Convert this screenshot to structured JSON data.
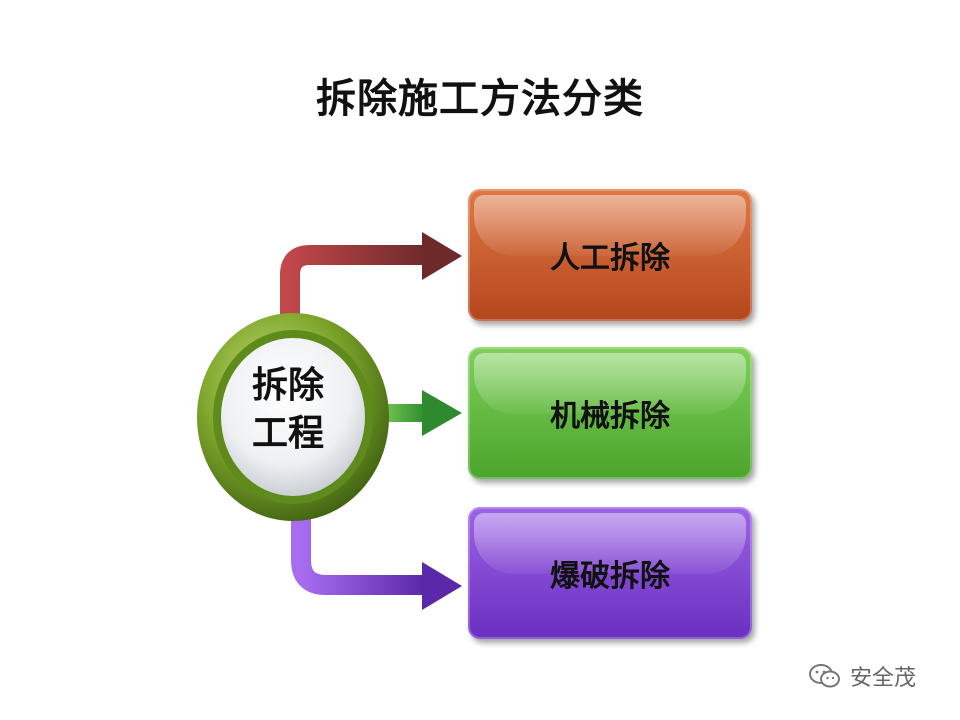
{
  "title": "拆除施工方法分类",
  "center": {
    "line1": "拆除",
    "line2": "工程"
  },
  "methods": [
    {
      "label": "人工拆除",
      "color": "#c9592a"
    },
    {
      "label": "机械拆除",
      "color": "#5fb83a"
    },
    {
      "label": "爆破拆除",
      "color": "#7b3fd6"
    }
  ],
  "watermark": {
    "text": "安全茂",
    "icon": "wechat-icon"
  }
}
